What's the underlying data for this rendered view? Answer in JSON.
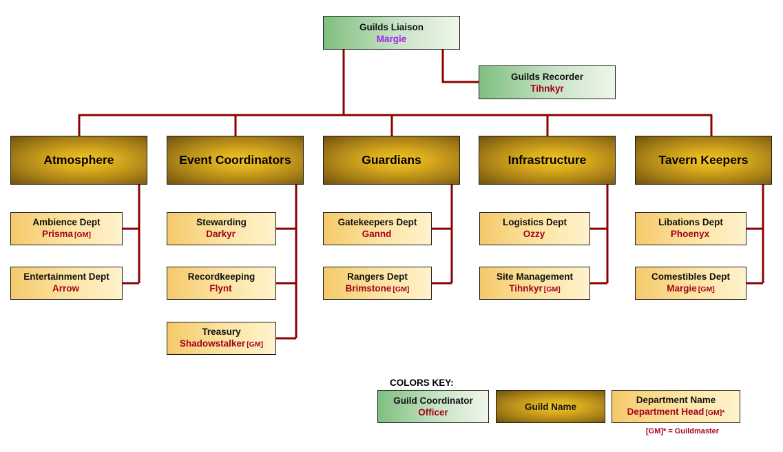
{
  "liaison": {
    "title": "Guilds Liaison",
    "name": "Margie"
  },
  "recorder": {
    "title": "Guilds Recorder",
    "name": "Tihnkyr"
  },
  "guilds": [
    {
      "name": "Atmosphere",
      "departments": [
        {
          "title": "Ambience Dept",
          "head": "Prisma",
          "gm": "[GM]"
        },
        {
          "title": "Entertainment Dept",
          "head": "Arrow",
          "gm": ""
        }
      ]
    },
    {
      "name": "Event Coordinators",
      "departments": [
        {
          "title": "Stewarding",
          "head": "Darkyr",
          "gm": ""
        },
        {
          "title": "Recordkeeping",
          "head": "Flynt",
          "gm": ""
        },
        {
          "title": "Treasury",
          "head": "Shadowstalker",
          "gm": "[GM]"
        }
      ]
    },
    {
      "name": "Guardians",
      "departments": [
        {
          "title": "Gatekeepers Dept",
          "head": "Gannd",
          "gm": ""
        },
        {
          "title": "Rangers Dept",
          "head": "Brimstone",
          "gm": "[GM]"
        }
      ]
    },
    {
      "name": "Infrastructure",
      "departments": [
        {
          "title": "Logistics Dept",
          "head": "Ozzy",
          "gm": ""
        },
        {
          "title": "Site Management",
          "head": "Tihnkyr",
          "gm": "[GM]"
        }
      ]
    },
    {
      "name": "Tavern Keepers",
      "departments": [
        {
          "title": "Libations Dept",
          "head": "Phoenyx",
          "gm": ""
        },
        {
          "title": "Comestibles Dept",
          "head": "Margie",
          "gm": "[GM]"
        }
      ]
    }
  ],
  "key": {
    "title": "COLORS KEY:",
    "coordinator": {
      "title": "Guild Coordinator",
      "sub": "Officer"
    },
    "guild": "Guild Name",
    "department": {
      "title": "Department Name",
      "sub": "Department Head",
      "gm": "[GM]*"
    },
    "note_prefix": "[GM]*",
    "note_text": " = Guildmaster"
  },
  "colors": {
    "connector": "#8b0000",
    "head_text": "#a3001a",
    "liaison_name": "#a020f0"
  }
}
